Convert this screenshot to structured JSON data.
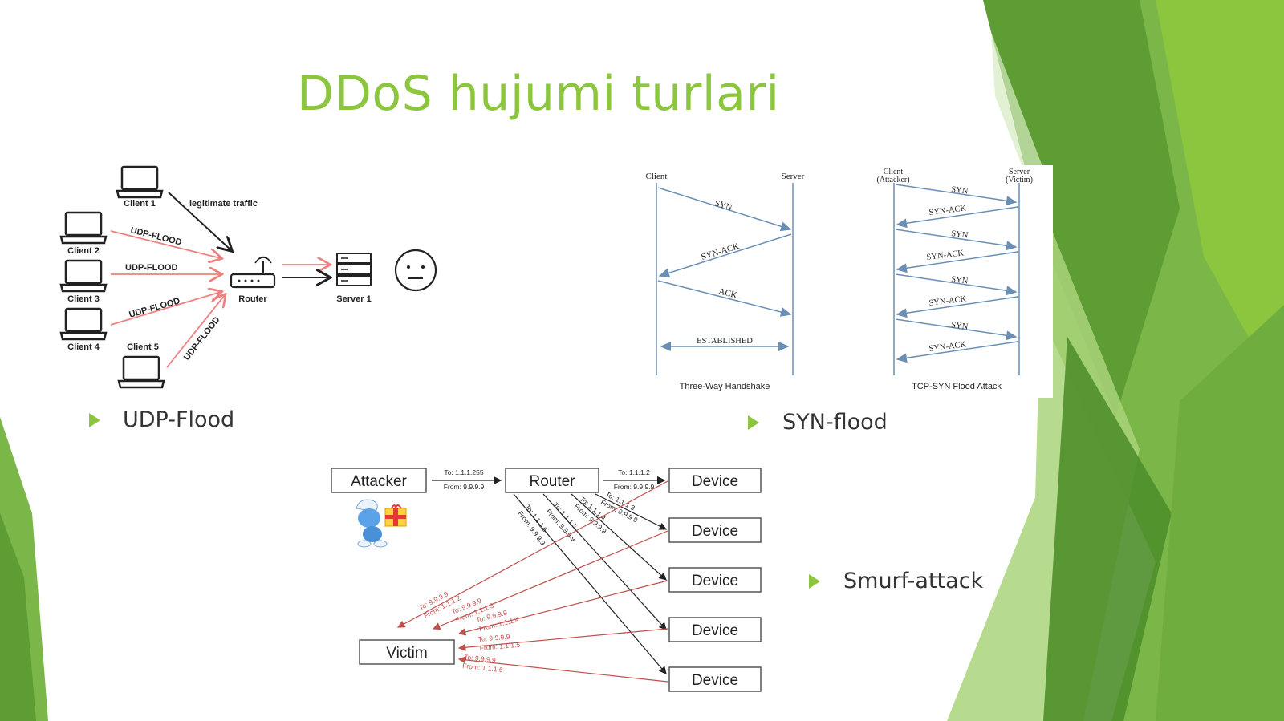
{
  "slide": {
    "title": "DDoS hujumi turlari"
  },
  "bullets": {
    "udp": "UDP-Flood",
    "syn": "SYN-flood",
    "smurf": "Smurf-attack"
  },
  "colors": {
    "accent": "#8cc63f",
    "dark_green": "#5a9a2e",
    "flood_red": "#f08080",
    "smurf_red": "#c0504d"
  },
  "udp_diagram": {
    "clients": [
      "Client 1",
      "Client 2",
      "Client 3",
      "Client 4",
      "Client 5"
    ],
    "legit_label": "legitimate traffic",
    "flood_labels": [
      "UDP-FLOOD",
      "UDP-FLOOD",
      "UDP-FLOOD",
      "UDP-FLOOD"
    ],
    "router": "Router",
    "server": "Server 1",
    "icons": [
      "laptop-icon",
      "router-icon",
      "server-icon",
      "neutral-face-icon"
    ]
  },
  "handshake_diagram": {
    "client": "Client",
    "server": "Server",
    "messages": [
      "SYN",
      "SYN-ACK",
      "ACK"
    ],
    "established": "ESTABLISHED",
    "caption": "Three-Way Handshake"
  },
  "synflood_diagram": {
    "client": "Client",
    "client_sub": "(Attacker)",
    "server": "Server",
    "server_sub": "(Victim)",
    "messages": [
      "SYN",
      "SYN-ACK",
      "SYN",
      "SYN-ACK",
      "SYN",
      "SYN-ACK",
      "SYN",
      "SYN-ACK"
    ],
    "caption": "TCP-SYN Flood Attack"
  },
  "smurf_diagram": {
    "attacker": "Attacker",
    "router": "Router",
    "victim": "Victim",
    "devices": [
      "Device",
      "Device",
      "Device",
      "Device",
      "Device"
    ],
    "attacker_to": "To: 1.1.1.255",
    "attacker_from": "From: 9.9.9.9",
    "router_to": "To: 1.1.1.2",
    "router_from": "From: 9.9.9.9",
    "black_labels": [
      [
        "To: 1.1.1.3",
        "From: 9.9.9.9"
      ],
      [
        "To: 1.1.1.4",
        "From: 9.9.9.9"
      ],
      [
        "To: 1.1.1.5",
        "From: 9.9.9.9"
      ],
      [
        "To: 1.1.1.6",
        "From: 9.9.9.9"
      ]
    ],
    "red_labels": [
      [
        "To: 9.9.9.9",
        "From: 1.1.1.2"
      ],
      [
        "To: 9.9.9.9",
        "From: 1.1.1.3"
      ],
      [
        "To: 9.9.9.9",
        "From: 1.1.1.4"
      ],
      [
        "To: 9.9.9.9",
        "From: 1.1.1.5"
      ],
      [
        "To: 9.9.9.9",
        "From: 1.1.1.6"
      ]
    ],
    "mascot_icon": "smurf-with-gift-icon"
  }
}
